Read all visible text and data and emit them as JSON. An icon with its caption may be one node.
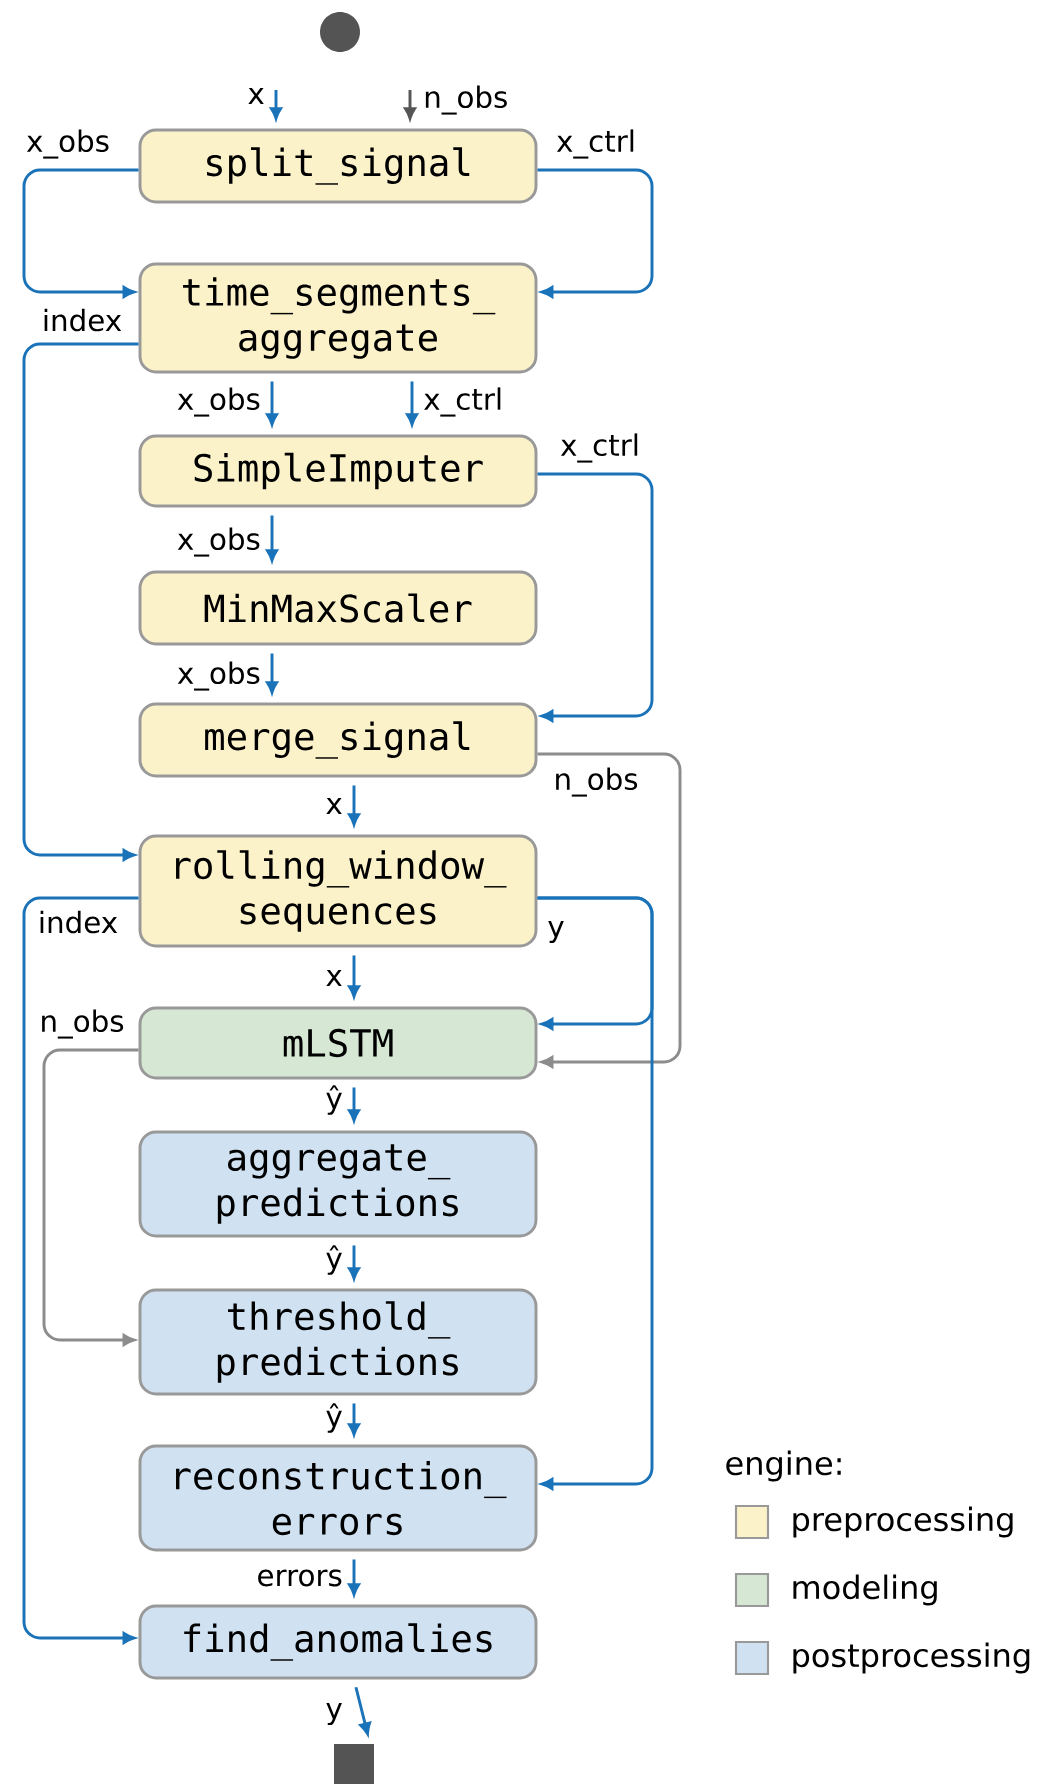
{
  "diagram": {
    "nodes": [
      {
        "text": [],
        "shape": "circle"
      },
      {
        "text": [
          "split_signal"
        ]
      },
      {
        "text": [
          "time_segments_ aggregate"
        ]
      },
      {
        "text": [
          "SimpleImputer"
        ]
      },
      {
        "text": [
          "MinMaxScaler"
        ]
      },
      {
        "text": [
          "merge_signal"
        ]
      },
      {
        "text": [
          "rolling_window_ sequences"
        ]
      },
      {
        "text": [
          "mLSTM"
        ]
      },
      {
        "text": [
          "aggregate_ predictions"
        ]
      },
      {
        "text": [
          "threshold_ predictions"
        ]
      },
      {
        "text": [
          "reconstruction_ errors"
        ]
      },
      {
        "text": [
          "find_anomalies"
        ]
      },
      {
        "text": [],
        "shape": "box"
      }
    ],
    "edges": [
      {
        "from": null,
        "to": 1,
        "arrow": "to",
        "label": "x"
      },
      {
        "from": null,
        "to": 1,
        "arrow": "to",
        "label": "n_obs",
        "color": "#555555"
      },
      {
        "from": 1,
        "to": 2,
        "arrow": "to",
        "label": "x_obs"
      },
      {
        "from": 1,
        "to": 2,
        "arrow": "to",
        "label": "x_ctrl"
      },
      {
        "from": 2,
        "to": 6,
        "arrow": "to",
        "label": "index"
      },
      {
        "from": 2,
        "to": 3,
        "arrow": "to",
        "label": "x_obs"
      },
      {
        "from": 2,
        "to": 3,
        "arrow": "to",
        "label": "x_ctrl"
      },
      {
        "from": 3,
        "to": 5,
        "arrow": "to",
        "label": "x_ctrl"
      },
      {
        "from": 3,
        "to": 4,
        "arrow": "to",
        "label": "x_obs"
      },
      {
        "from": 4,
        "to": 5,
        "arrow": "to",
        "label": "x_obs"
      },
      {
        "from": 5,
        "to": 6,
        "arrow": "to",
        "label": "x"
      },
      {
        "from": 5,
        "to": 7,
        "arrow": "to",
        "label": "n_obs",
        "color": "#8c8c8c"
      },
      {
        "from": 6,
        "to": 7,
        "arrow": "to",
        "label": "x"
      },
      {
        "from": 6,
        "to": 7,
        "arrow": "to",
        "label": "y"
      },
      {
        "from": 6,
        "to": 10,
        "arrow": "to"
      },
      {
        "from": 6,
        "to": 11,
        "arrow": "to",
        "label": "index"
      },
      {
        "from": 7,
        "to": 8,
        "arrow": "to",
        "label": "ŷ"
      },
      {
        "from": 7,
        "to": 9,
        "arrow": "to",
        "label": "n_obs",
        "color": "#8c8c8c"
      },
      {
        "from": 8,
        "to": 9,
        "arrow": "to",
        "label": "ŷ"
      },
      {
        "from": 9,
        "to": 10,
        "arrow": "to",
        "label": "ŷ"
      },
      {
        "from": 10,
        "to": 11,
        "arrow": "to",
        "label": "errors"
      },
      {
        "from": 11,
        "to": 12,
        "arrow": "to",
        "label": "y"
      }
    ],
    "labels": [
      "engine:"
    ],
    "legend": [
      {
        "text": "preprocessing",
        "color": "#fcf2c9"
      },
      {
        "text": "modeling",
        "color": "#d6e8d4"
      },
      {
        "text": "postprocessing",
        "color": "#d0e2f2"
      }
    ]
  }
}
